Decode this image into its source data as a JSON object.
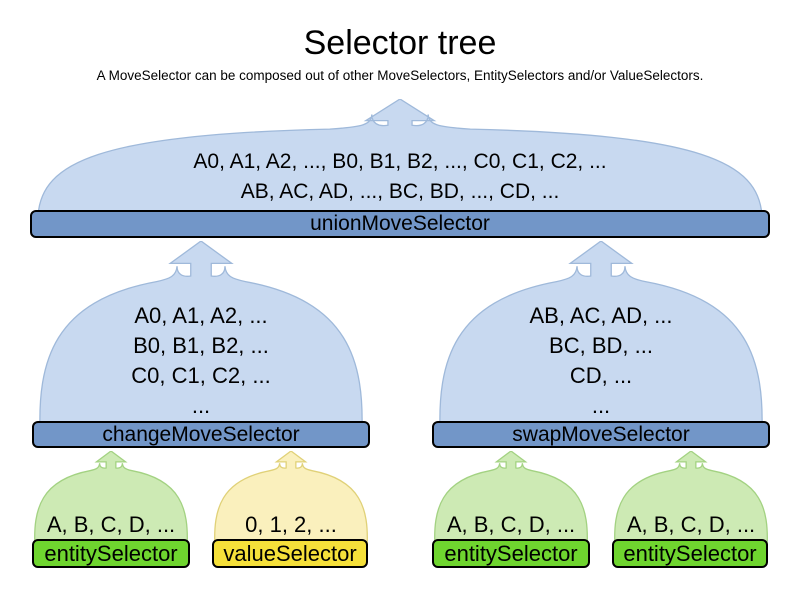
{
  "title": "Selector tree",
  "subtitle": "A MoveSelector can be composed out of other MoveSelectors, EntitySelectors and/or ValueSelectors.",
  "colors": {
    "text": "#000000",
    "bar_border": "#000000",
    "blue_fill": "#c8d9f0",
    "blue_stroke": "#9fb9da",
    "blue_bar": "#7296c8",
    "green_fill": "#cdeab4",
    "green_stroke": "#a3d282",
    "green_bar": "#6fd52f",
    "yellow_fill": "#faf0bd",
    "yellow_stroke": "#e0d178",
    "yellow_bar": "#f5e03a"
  },
  "nodes": {
    "union": {
      "label": "unionMoveSelector",
      "lines": [
        "A0, A1, A2, ..., B0, B1, B2, ..., C0, C1, C2, ...",
        "AB, AC, AD, ..., BC, BD, ..., CD, ..."
      ]
    },
    "change": {
      "label": "changeMoveSelector",
      "lines": [
        "A0, A1, A2, ...",
        "B0, B1, B2, ...",
        "C0, C1, C2, ...",
        "..."
      ]
    },
    "swap": {
      "label": "swapMoveSelector",
      "lines": [
        "AB, AC, AD, ...",
        "BC, BD, ...",
        "CD, ...",
        "..."
      ]
    },
    "entity1": {
      "label": "entitySelector",
      "lines": [
        "A, B, C, D, ..."
      ]
    },
    "value1": {
      "label": "valueSelector",
      "lines": [
        "0, 1, 2, ..."
      ]
    },
    "entity2": {
      "label": "entitySelector",
      "lines": [
        "A, B, C, D, ..."
      ]
    },
    "entity3": {
      "label": "entitySelector",
      "lines": [
        "A, B, C, D, ..."
      ]
    }
  }
}
